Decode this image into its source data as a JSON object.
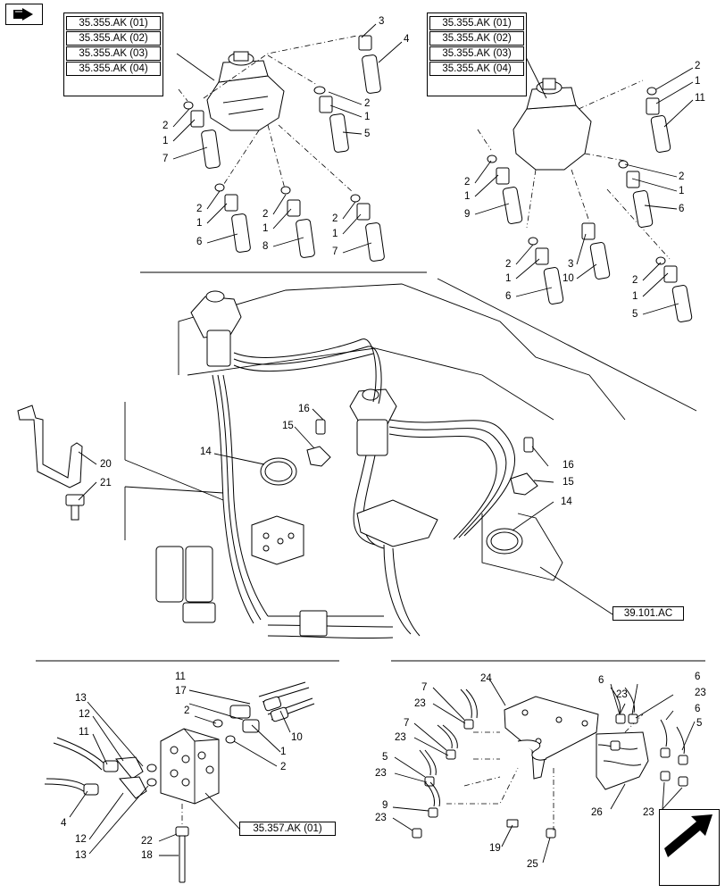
{
  "nav": {
    "book_icon": "book-arrow-icon",
    "next_icon": "next-page-arrow-icon"
  },
  "refs": {
    "left_stack": [
      "35.355.AK (01)",
      "35.355.AK (02)",
      "35.355.AK (03)",
      "35.355.AK (04)"
    ],
    "right_stack": [
      "35.355.AK (01)",
      "35.355.AK (02)",
      "35.355.AK (03)",
      "35.355.AK (04)"
    ],
    "cab_ref": "39.101.AC",
    "valve_ref": "35.357.AK (01)"
  },
  "callouts": {
    "c3": "3",
    "c4": "4",
    "c2a": "2",
    "c1a": "1",
    "c5a": "5",
    "c2b": "2",
    "c1b": "1",
    "c7a": "7",
    "c2c": "2",
    "c1c": "1",
    "c6a": "6",
    "c2d": "2",
    "c1d": "1",
    "c8": "8",
    "c2e": "2",
    "c1e": "1",
    "c7b": "7",
    "c2f": "2",
    "c1f": "1",
    "c11a": "11",
    "c2g": "2",
    "c1g": "1",
    "c9a": "9",
    "c2h": "2",
    "c1h": "1",
    "c6b": "6",
    "c2i": "2",
    "c1i": "1",
    "c6c": "6",
    "c3b": "3",
    "c10a": "10",
    "c2j": "2",
    "c1j": "1",
    "c5b": "5",
    "c16a": "16",
    "c15a": "15",
    "c14a": "14",
    "c20": "20",
    "c21": "21",
    "c16b": "16",
    "c15b": "15",
    "c14b": "14",
    "c11b": "11",
    "c17": "17",
    "c10b": "10",
    "c2k": "2",
    "c2l": "2",
    "c1k": "1",
    "c13a": "13",
    "c12a": "12",
    "c11c": "11",
    "c4b": "4",
    "c12b": "12",
    "c13b": "13",
    "c22": "22",
    "c18": "18",
    "c24": "24",
    "c7c": "7",
    "c23a": "23",
    "c7d": "7",
    "c23b": "23",
    "c5c": "5",
    "c23c": "23",
    "c9b": "9",
    "c23d": "23",
    "c19": "19",
    "c25": "25",
    "c6d": "6",
    "c6e": "6",
    "c23e": "23",
    "c23f": "23",
    "c6f": "6",
    "c5d": "5",
    "c26": "26",
    "c23g": "23"
  }
}
